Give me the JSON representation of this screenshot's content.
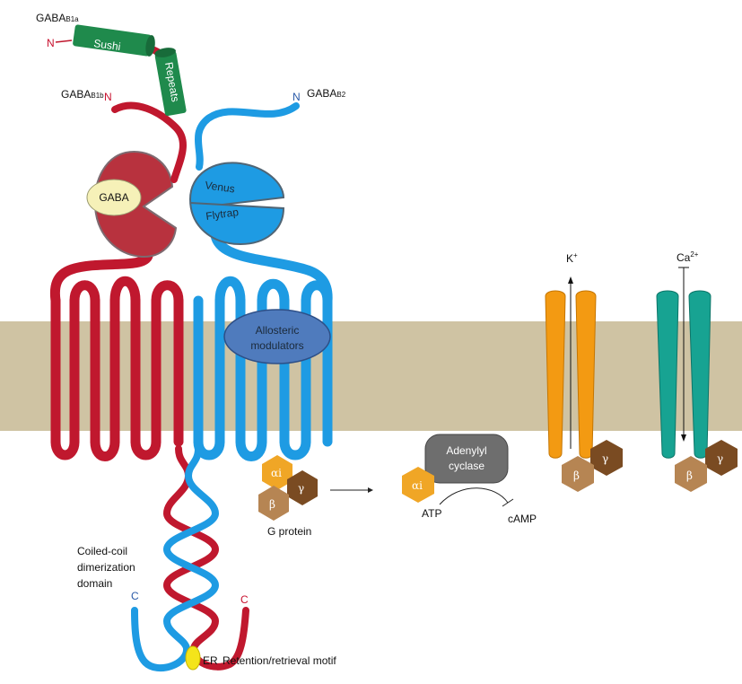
{
  "labels": {
    "gaba_b1a": "GABA",
    "gaba_b1a_sub": "B1a",
    "gaba_b1b": "GABA",
    "gaba_b1b_sub": "B1b",
    "gaba_b2": "GABA",
    "gaba_b2_sub": "B2",
    "n_terminus": "N",
    "c_terminus": "C",
    "sushi": "Sushi",
    "repeats": "Repeats",
    "venus": "Venus",
    "flytrap": "Flytrap",
    "gaba_ligand": "GABA",
    "allosteric_line1": "Allosteric",
    "allosteric_line2": "modulators",
    "alpha_i": "αi",
    "beta": "β",
    "gamma": "γ",
    "g_protein": "G protein",
    "adenylyl_line1": "Adenylyl",
    "adenylyl_line2": "cyclase",
    "atp": "ATP",
    "camp": "cAMP",
    "k_ion": "K",
    "k_charge": "+",
    "ca_ion": "Ca",
    "ca_charge": "2+",
    "coiled_line1": "Coiled-coil",
    "coiled_line2": "dimerization",
    "coiled_line3": "domain",
    "er": "ER",
    "retention": "Retention/retrieval motif"
  },
  "colors": {
    "gaba_b1": "#c0182e",
    "gaba_b2": "#1e9be3",
    "membrane": "#cfc3a3",
    "sushi_green": "#1f8a4c",
    "ligand": "#f6f1b8",
    "allosteric": "#4f7bbd",
    "alpha": "#f0a626",
    "beta": "#b68553",
    "gamma": "#7a4b22",
    "adenylyl": "#6e6e6e",
    "k_channel": "#f39a12",
    "ca_channel": "#17a392",
    "er_motif": "#f4e41a"
  }
}
